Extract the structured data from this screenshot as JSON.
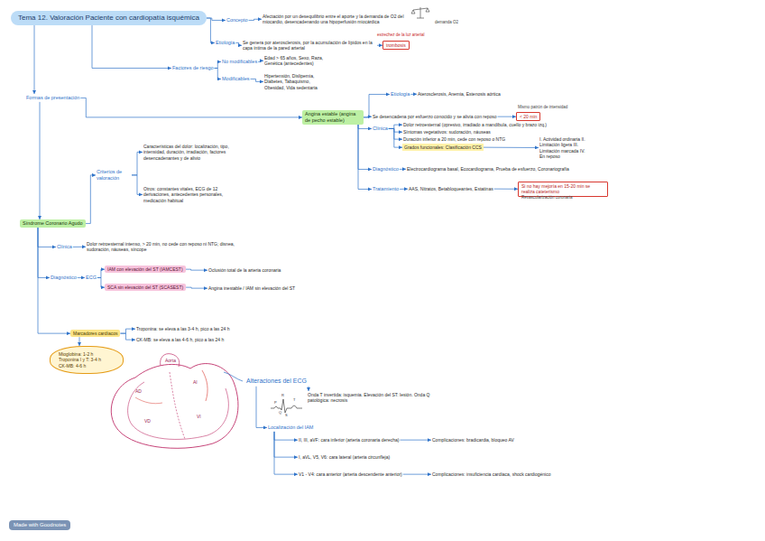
{
  "diagram": {
    "nodes": [
      {
        "text": [
          "Tema 12. Valoración Paciente con cardiopatía isquémica"
        ]
      },
      {
        "text": [
          "Concepto"
        ]
      },
      {
        "text": [
          "Afectación por un desequilibrio entre el aporte y la demanda de O2 del miocardio, desencadenando una hipoperfusión miocárdica"
        ]
      },
      {
        "text": [
          "Etiología"
        ]
      },
      {
        "text": [
          "Se genera por aterosclerosis, por la acumulación de lípidos en la capa íntima de la pared arterial"
        ]
      },
      {
        "text": [
          "trombosis"
        ]
      },
      {
        "text": [
          "Factores de riesgo"
        ]
      },
      {
        "text": [
          "No modificables"
        ]
      },
      {
        "text": [
          "Edad > 65 años, Sexo, Raza, Genética (antecedentes)"
        ]
      },
      {
        "text": [
          "Modificables"
        ]
      },
      {
        "text": [
          "Hipertensión, Dislipemia, Diabetes, Tabaquismo, Obesidad, Vida sedentaria"
        ]
      },
      {
        "text": [
          "Formas de presentación"
        ]
      },
      {
        "text": [
          "Angina estable (angina de pecho estable)"
        ]
      },
      {
        "text": [
          "Se desencadena por esfuerzo conocido y se alivia con reposo"
        ]
      },
      {
        "text": [
          "< 20 min"
        ]
      },
      {
        "text": [
          "Etiología"
        ]
      },
      {
        "text": [
          "Aterosclerosis, Anemia, Estenosis aórtica"
        ]
      },
      {
        "text": [
          "Clínica"
        ]
      },
      {
        "text": [
          "Dolor retroesternal (opresivo, irradiado a mandíbula, cuello y brazo izq.)"
        ]
      },
      {
        "text": [
          "Síntomas vegetativos: sudoración, náuseas"
        ]
      },
      {
        "text": [
          "Duración inferior a 20 min, cede con reposo o NTG"
        ]
      },
      {
        "text": [
          "Grados funcionales: Clasificación CCS"
        ]
      },
      {
        "text": [
          "I. Actividad ordinaria II. Limitación ligera III. Limitación marcada IV. En reposo"
        ]
      },
      {
        "text": [
          "Diagnóstico"
        ]
      },
      {
        "text": [
          "Electrocardiograma basal, Ecocardiograma, Prueba de esfuerzo, Coronariografía"
        ]
      },
      {
        "text": [
          "Tratamiento"
        ]
      },
      {
        "text": [
          "AAS, Nitratos, Betabloqueantes, Estatinas"
        ]
      },
      {
        "text": [
          "Si no hay mejoría en 15-20 min se realiza cateterismo"
        ]
      },
      {
        "text": [
          "Síndrome Coronario Agudo"
        ]
      },
      {
        "text": [
          "Criterios de valoración"
        ]
      },
      {
        "text": [
          "Características del dolor: localización, tipo, intensidad, duración, irradiación, factores desencadenantes y de alivio"
        ]
      },
      {
        "text": [
          "Otros: constantes vitales, ECG de 12 derivaciones, antecedentes personales, medicación habitual"
        ]
      },
      {
        "text": [
          "Clínica"
        ]
      },
      {
        "text": [
          "Dolor retroesternal intenso, > 20 min, no cede con reposo ni NTG; disnea, sudoración, náuseas, síncope"
        ]
      },
      {
        "text": [
          "Diagnóstico"
        ]
      },
      {
        "text": [
          "ECG"
        ]
      },
      {
        "text": [
          "IAM con elevación del ST (IAMCEST)"
        ]
      },
      {
        "text": [
          "SCA sin elevación del ST (SCASEST)"
        ]
      },
      {
        "text": [
          "Oclusión total de la arteria coronaria"
        ]
      },
      {
        "text": [
          "Angina inestable / IAM sin elevación del ST"
        ]
      },
      {
        "text": [
          "Marcadores cardíacos"
        ]
      },
      {
        "text": [
          "Troponina: se eleva a las 3-4 h, pico a las 24 h"
        ]
      },
      {
        "text": [
          "CK-MB: se eleva a las 4-6 h, pico a las 24 h"
        ]
      },
      {
        "text": [
          "Mioglobina: 1-2 h",
          "Troponina I y T: 3-4 h",
          "CK-MB: 4-6 h"
        ]
      },
      {
        "text": [
          "Alteraciones del ECG"
        ]
      },
      {
        "text": [
          "Onda T invertida: isquemia. Elevación del ST: lesión. Onda Q patológica: necrosis"
        ]
      },
      {
        "text": [
          "Localización del IAM"
        ]
      },
      {
        "text": [
          "II, III, aVF: cara inferior (arteria coronaria derecha)"
        ]
      },
      {
        "text": [
          "I, aVL, V5, V6: cara lateral (arteria circunfleja)"
        ]
      },
      {
        "text": [
          "V1 - V4: cara anterior (arteria descendente anterior)"
        ]
      },
      {
        "text": [
          "Complicaciones: bradicardia, bloqueo AV"
        ]
      },
      {
        "text": [
          "Complicaciones: insuficiencia cardíaca, shock cardiogénico"
        ]
      }
    ],
    "edges": [
      {
        "from": 0,
        "to": 1,
        "arrow": "to"
      },
      {
        "from": 0,
        "to": 3,
        "arrow": "to"
      },
      {
        "from": 0,
        "to": 6,
        "arrow": "to"
      },
      {
        "from": 0,
        "to": 11,
        "arrow": "to"
      },
      {
        "from": 1,
        "to": 2,
        "arrow": "to"
      },
      {
        "from": 3,
        "to": 4,
        "arrow": "to"
      },
      {
        "from": 4,
        "to": 5,
        "arrow": "to"
      },
      {
        "from": 6,
        "to": 7,
        "arrow": "to"
      },
      {
        "from": 6,
        "to": 9,
        "arrow": "to"
      },
      {
        "from": 7,
        "to": 8,
        "arrow": "to"
      },
      {
        "from": 9,
        "to": 10,
        "arrow": "to"
      },
      {
        "from": 11,
        "to": 12,
        "arrow": "to"
      },
      {
        "from": 11,
        "to": 28,
        "arrow": "to"
      },
      {
        "from": 12,
        "to": 13,
        "arrow": "to"
      },
      {
        "from": 13,
        "to": 14,
        "arrow": "to"
      },
      {
        "from": 12,
        "to": 15,
        "arrow": "to"
      },
      {
        "from": 12,
        "to": 17,
        "arrow": "to"
      },
      {
        "from": 12,
        "to": 23,
        "arrow": "to"
      },
      {
        "from": 12,
        "to": 25,
        "arrow": "to"
      },
      {
        "from": 15,
        "to": 16,
        "arrow": "to"
      },
      {
        "from": 17,
        "to": 18,
        "arrow": "to"
      },
      {
        "from": 17,
        "to": 19,
        "arrow": "to"
      },
      {
        "from": 17,
        "to": 20,
        "arrow": "to"
      },
      {
        "from": 17,
        "to": 21,
        "arrow": "to"
      },
      {
        "from": 21,
        "to": 22,
        "arrow": "to"
      },
      {
        "from": 23,
        "to": 24,
        "arrow": "to"
      },
      {
        "from": 25,
        "to": 26,
        "arrow": "to"
      },
      {
        "from": 26,
        "to": 27,
        "arrow": "to"
      },
      {
        "from": 28,
        "to": 29,
        "arrow": "to"
      },
      {
        "from": 29,
        "to": 30,
        "arrow": "to"
      },
      {
        "from": 29,
        "to": 31,
        "arrow": "to"
      },
      {
        "from": 28,
        "to": 32,
        "arrow": "to"
      },
      {
        "from": 28,
        "to": 34,
        "arrow": "to"
      },
      {
        "from": 28,
        "to": 40,
        "arrow": "to"
      },
      {
        "from": 32,
        "to": 33,
        "arrow": "to"
      },
      {
        "from": 34,
        "to": 35,
        "arrow": "to"
      },
      {
        "from": 35,
        "to": 36,
        "arrow": "to"
      },
      {
        "from": 35,
        "to": 37,
        "arrow": "to"
      },
      {
        "from": 36,
        "to": 38,
        "arrow": "to"
      },
      {
        "from": 37,
        "to": 39,
        "arrow": "to"
      },
      {
        "from": 40,
        "to": 41,
        "arrow": "to"
      },
      {
        "from": 40,
        "to": 42,
        "arrow": "to"
      },
      {
        "from": 40,
        "to": 43,
        "arrow": "to"
      },
      {
        "from": 44,
        "to": 45,
        "arrow": "to"
      },
      {
        "from": 44,
        "to": 46,
        "arrow": "to"
      },
      {
        "from": 46,
        "to": 47,
        "arrow": "to"
      },
      {
        "from": 46,
        "to": 48,
        "arrow": "to"
      },
      {
        "from": 46,
        "to": 49,
        "arrow": "to"
      },
      {
        "from": 47,
        "to": 50,
        "arrow": "to"
      },
      {
        "from": 49,
        "to": 51,
        "arrow": "to"
      }
    ],
    "labels": [
      "demanda O2",
      "estrechez de la luz arterial",
      "Mismo patrón de intensidad",
      "Revascularización coronaria",
      "P",
      "Q",
      "R",
      "S",
      "T",
      "AD",
      "AI",
      "VD",
      "VI",
      "Aorta",
      "Made with Goodnotes"
    ]
  }
}
